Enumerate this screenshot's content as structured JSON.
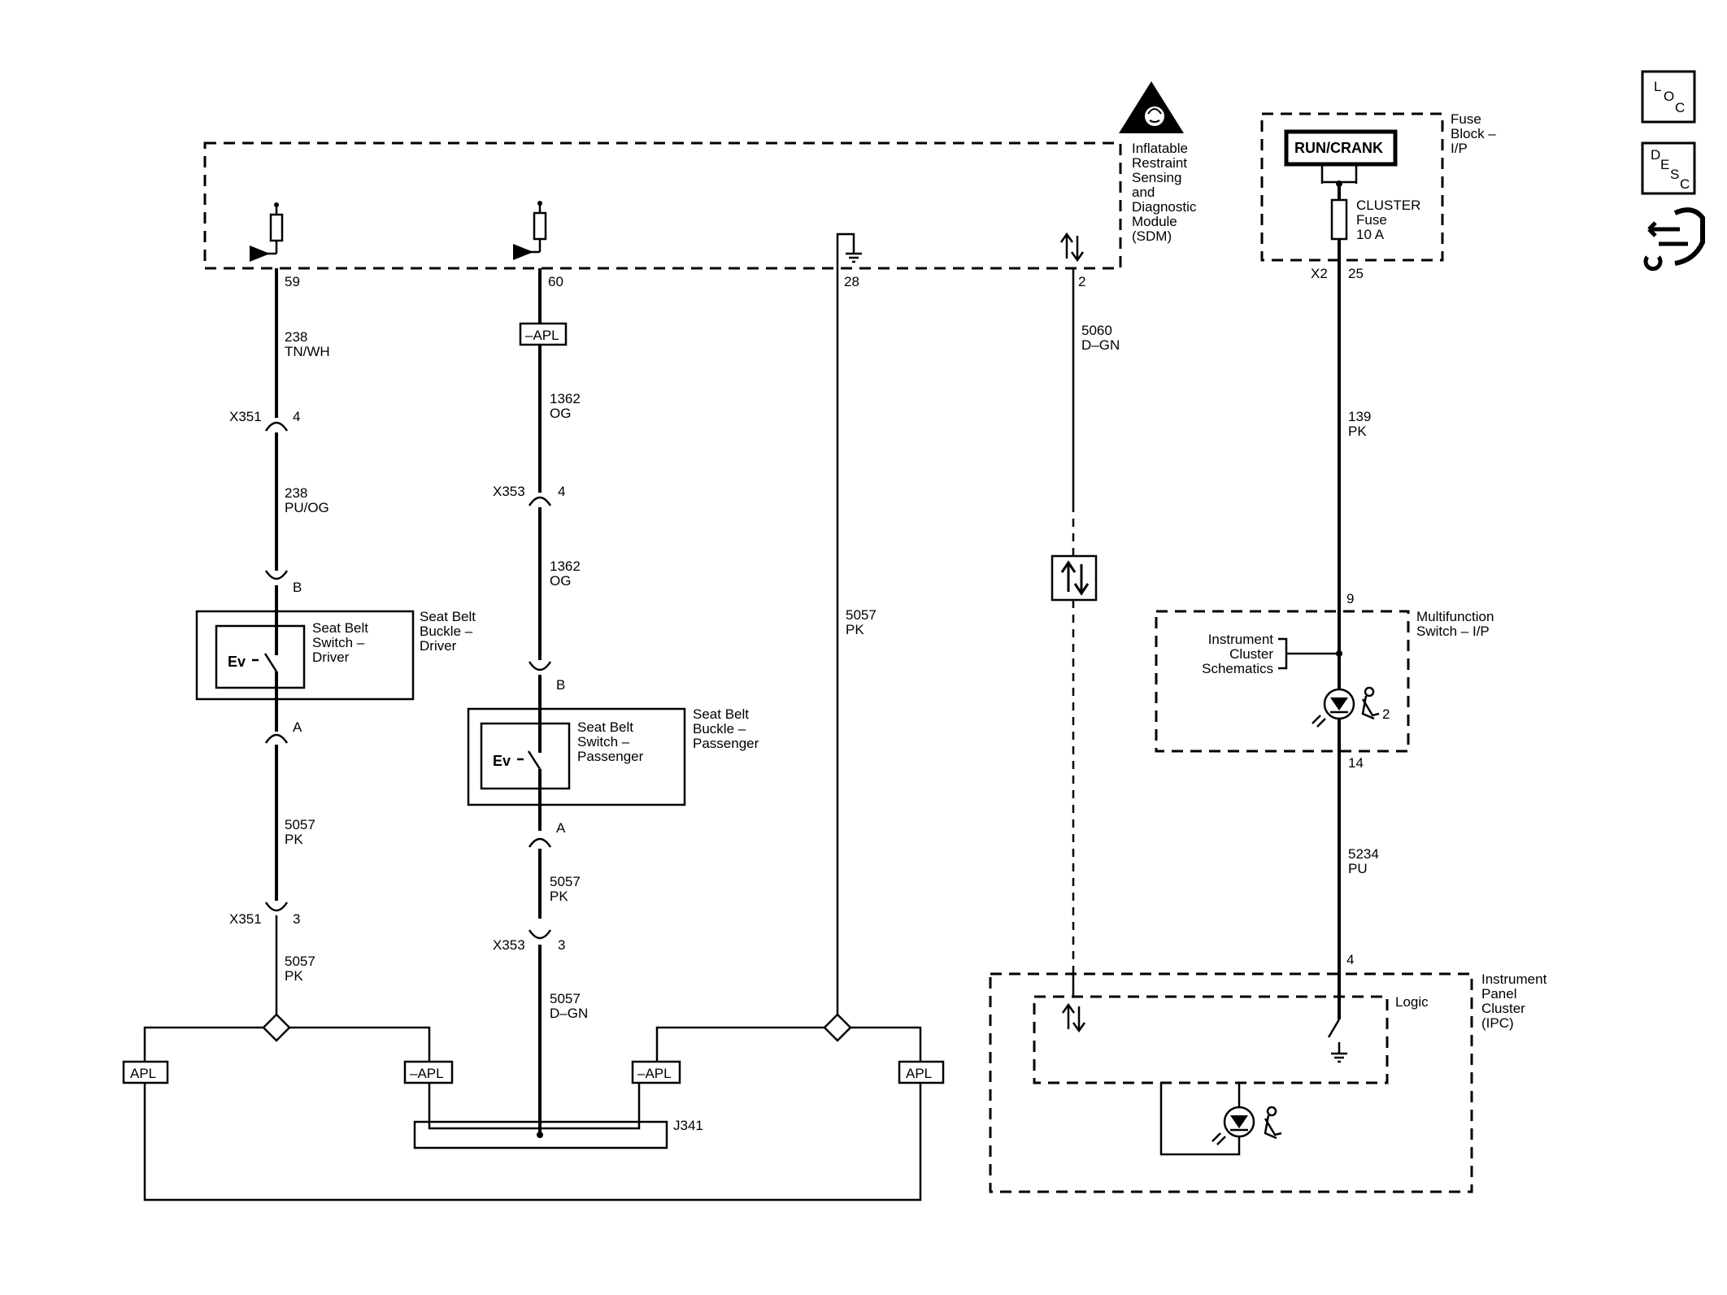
{
  "sdm": {
    "label": [
      "Inflatable",
      "Restraint",
      "Sensing",
      "and",
      "Diagnostic",
      "Module",
      "(SDM)"
    ],
    "pins": [
      "59",
      "60",
      "28",
      "2"
    ]
  },
  "fuse_block": {
    "label": [
      "Fuse",
      "Block –",
      "I/P"
    ],
    "source": "RUN/CRANK",
    "fuse": [
      "CLUSTER",
      "Fuse",
      "10 A"
    ],
    "connector": "X2",
    "pin": "25"
  },
  "side_icons": {
    "loc": [
      "L",
      "O",
      "C"
    ],
    "desc": [
      "D",
      "E",
      "S",
      "C"
    ],
    "tool": "wrench-hand-icon"
  },
  "wires": {
    "w1": [
      "238",
      "TN/WH"
    ],
    "w2": [
      "238",
      "PU/OG"
    ],
    "w3": [
      "5057",
      "PK"
    ],
    "w4": [
      "5057",
      "PK"
    ],
    "w5": [
      "1362",
      "OG"
    ],
    "w6": [
      "1362",
      "OG"
    ],
    "w7": [
      "5057",
      "PK"
    ],
    "w8": [
      "5057",
      "D–GN"
    ],
    "w9": [
      "5057",
      "PK"
    ],
    "w10": [
      "5060",
      "D–GN"
    ],
    "w11": [
      "139",
      "PK"
    ],
    "w12": [
      "5234",
      "PU"
    ]
  },
  "connectors": {
    "x351a": "X351",
    "x351a_pin": "4",
    "x351b": "X351",
    "x351b_pin": "3",
    "x353a": "X353",
    "x353a_pin": "4",
    "x353b": "X353",
    "x353b_pin": "3",
    "drv_b": "B",
    "drv_a": "A",
    "pas_b": "B",
    "pas_a": "A"
  },
  "driver_buckle": {
    "inner": [
      "Seat Belt",
      "Switch –",
      "Driver"
    ],
    "outer": [
      "Seat Belt",
      "Buckle –",
      "Driver"
    ],
    "symbol": "Ev"
  },
  "pass_buckle": {
    "inner": [
      "Seat Belt",
      "Switch –",
      "Passenger"
    ],
    "outer": [
      "Seat Belt",
      "Buckle –",
      "Passenger"
    ],
    "symbol": "Ev"
  },
  "apl": {
    "apl_top": "–APL",
    "apl_l1": "APL",
    "apl_l2": "–APL",
    "apl_r1": "–APL",
    "apl_r2": "APL",
    "splice": "J341"
  },
  "mfs": {
    "label": [
      "Multifunction",
      "Switch – I/P"
    ],
    "ref": [
      "Instrument",
      "Cluster",
      "Schematics"
    ],
    "pin_in": "9",
    "pin_out": "14",
    "lamp_id": "2"
  },
  "ipc": {
    "label": [
      "Instrument",
      "Panel",
      "Cluster",
      "(IPC)"
    ],
    "pin": "4",
    "logic": "Logic"
  }
}
